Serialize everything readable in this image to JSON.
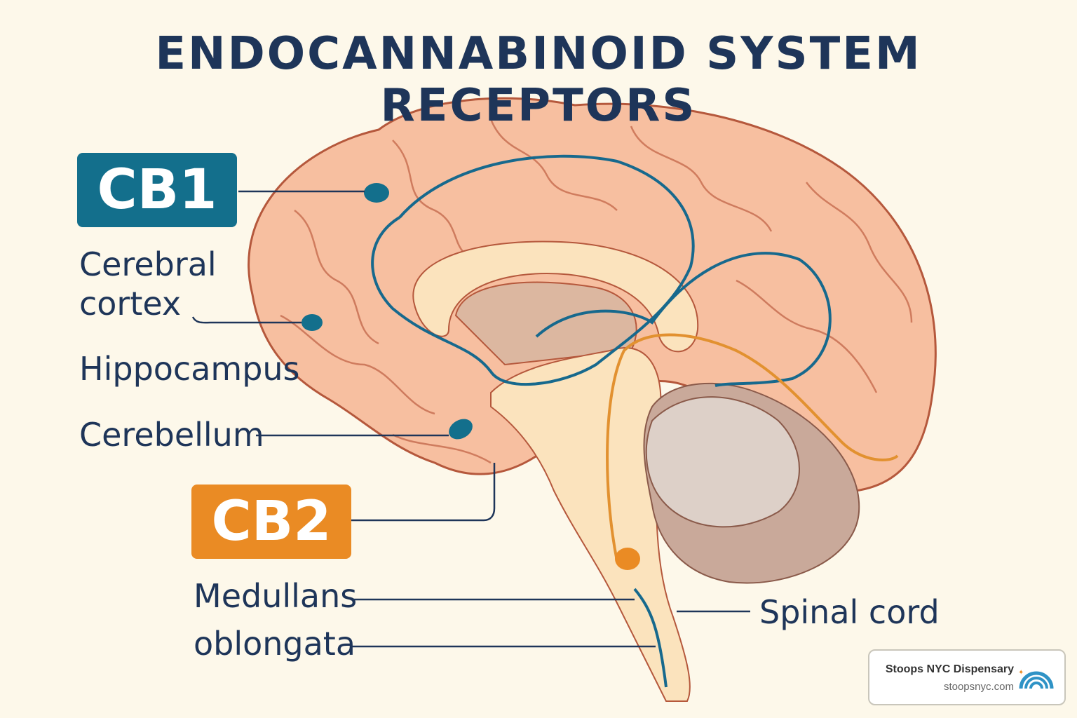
{
  "title": "ENDOCANNABINOID SYSTEM RECEPTORS",
  "badges": {
    "cb1": "CB1",
    "cb2": "CB2"
  },
  "labels": {
    "cerebral": "Cerebral",
    "cortex": "cortex",
    "hippocampus": "Hippocampus",
    "cerebellum": "Cerebellum",
    "medullans": "Medullans",
    "oblongata": "oblongata",
    "spinal_cord": "Spinal cord"
  },
  "logo": {
    "name": "Stoops NYC Dispensary",
    "url": "stoopsnyc.com"
  },
  "colors": {
    "cb1": "#136f8c",
    "cb2": "#ea8b24",
    "text": "#1e3559",
    "brain": "#f7bfa0"
  }
}
